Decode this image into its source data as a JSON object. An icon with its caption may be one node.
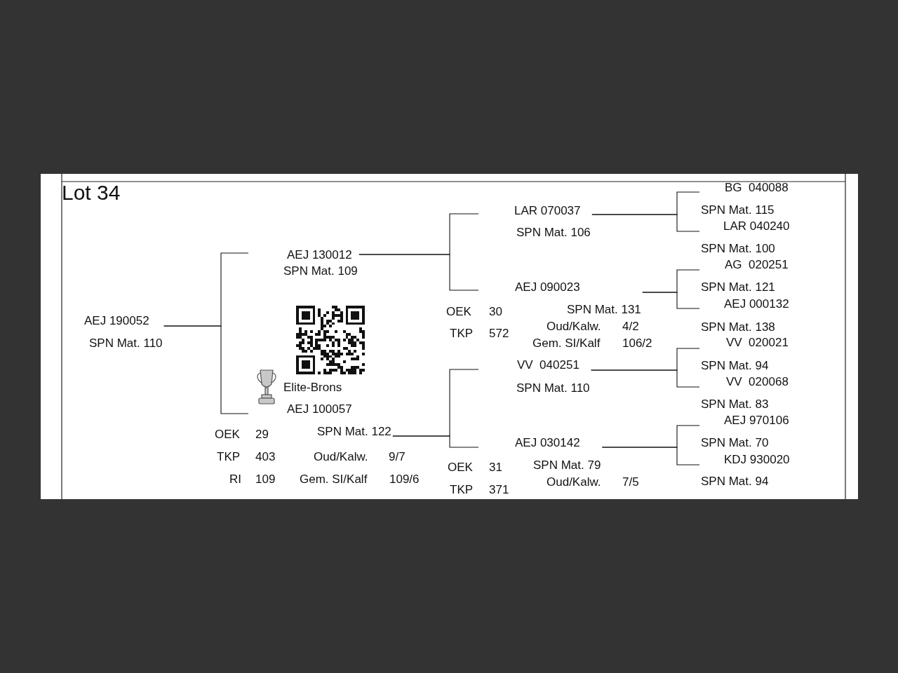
{
  "diagram": {
    "title": "Lot 34",
    "nodes": [
      {
        "text": [
          "AEJ 190052",
          "SPN Mat. 110"
        ]
      },
      {
        "text": [
          "AEJ 130012",
          "SPN Mat. 109"
        ]
      },
      {
        "text": [
          "AEJ 100057",
          "SPN Mat. 122"
        ],
        "beside": [
          "Elite-Brons"
        ]
      },
      {
        "text": [
          "LAR 070037",
          "SPN Mat. 106"
        ]
      },
      {
        "text": [
          "AEJ 090023",
          "SPN Mat. 131"
        ]
      },
      {
        "text": [
          "VV  040251",
          "SPN Mat. 110"
        ]
      },
      {
        "text": [
          "AEJ 030142",
          "SPN Mat. 79"
        ]
      },
      {
        "text": [
          "BG  040088",
          "SPN Mat. 115"
        ]
      },
      {
        "text": [
          "LAR 040240",
          "SPN Mat. 100"
        ]
      },
      {
        "text": [
          "AG  020251",
          "SPN Mat. 121"
        ]
      },
      {
        "text": [
          "AEJ 000132",
          "SPN Mat. 138"
        ]
      },
      {
        "text": [
          "VV  020021",
          "SPN Mat. 94"
        ]
      },
      {
        "text": [
          "VV  020068",
          "SPN Mat. 83"
        ]
      },
      {
        "text": [
          "AEJ 970106",
          "SPN Mat. 70"
        ]
      },
      {
        "text": [
          "KDJ 930020",
          "SPN Mat. 94"
        ]
      }
    ],
    "edges": [
      {
        "from": 0,
        "to": 1,
        "arrow": "none"
      },
      {
        "from": 0,
        "to": 2,
        "arrow": "none"
      },
      {
        "from": 1,
        "to": 3,
        "arrow": "none"
      },
      {
        "from": 1,
        "to": 4,
        "arrow": "none"
      },
      {
        "from": 2,
        "to": 5,
        "arrow": "none"
      },
      {
        "from": 2,
        "to": 6,
        "arrow": "none"
      },
      {
        "from": 3,
        "to": 7,
        "arrow": "none"
      },
      {
        "from": 3,
        "to": 8,
        "arrow": "none"
      },
      {
        "from": 4,
        "to": 9,
        "arrow": "none"
      },
      {
        "from": 4,
        "to": 10,
        "arrow": "none"
      },
      {
        "from": 5,
        "to": 11,
        "arrow": "none"
      },
      {
        "from": 5,
        "to": 12,
        "arrow": "none"
      },
      {
        "from": 6,
        "to": 13,
        "arrow": "none"
      },
      {
        "from": 6,
        "to": 14,
        "arrow": "none"
      }
    ],
    "labels": [
      "OEK",
      "30",
      "TKP",
      "572",
      "Oud/Kalw.",
      "4/2",
      "Gem. SI/Kalf",
      "106/2",
      "OEK",
      "29",
      "TKP",
      "403",
      "Oud/Kalw.",
      "9/7",
      "RI",
      "109",
      "Gem. SI/Kalf",
      "109/6",
      "OEK",
      "31",
      "TKP",
      "371",
      "Oud/Kalw.",
      "7/5"
    ]
  }
}
